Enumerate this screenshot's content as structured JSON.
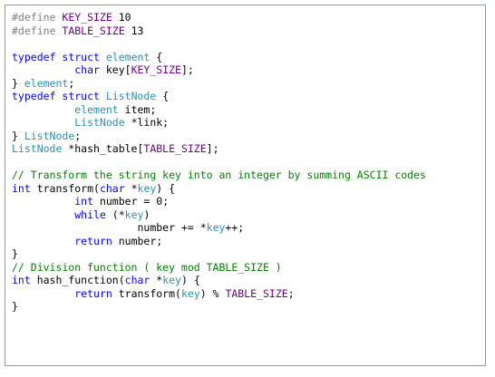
{
  "code": {
    "lines": [
      [
        {
          "t": "#define ",
          "k": "preproc"
        },
        {
          "t": "KEY_SIZE",
          "k": "macro"
        },
        {
          "t": " 10",
          "k": "plain"
        }
      ],
      [
        {
          "t": "#define ",
          "k": "preproc"
        },
        {
          "t": "TABLE_SIZE",
          "k": "macro"
        },
        {
          "t": " 13",
          "k": "plain"
        }
      ],
      [],
      [
        {
          "t": "typedef",
          "k": "kw"
        },
        {
          "t": " ",
          "k": "plain"
        },
        {
          "t": "struct",
          "k": "kw"
        },
        {
          "t": " ",
          "k": "plain"
        },
        {
          "t": "element",
          "k": "type"
        },
        {
          "t": " {",
          "k": "plain"
        }
      ],
      [
        {
          "t": "          ",
          "k": "plain"
        },
        {
          "t": "char",
          "k": "kw"
        },
        {
          "t": " key[",
          "k": "plain"
        },
        {
          "t": "KEY_SIZE",
          "k": "macro"
        },
        {
          "t": "];",
          "k": "plain"
        }
      ],
      [
        {
          "t": "} ",
          "k": "plain"
        },
        {
          "t": "element",
          "k": "type"
        },
        {
          "t": ";",
          "k": "plain"
        }
      ],
      [
        {
          "t": "typedef",
          "k": "kw"
        },
        {
          "t": " ",
          "k": "plain"
        },
        {
          "t": "struct",
          "k": "kw"
        },
        {
          "t": " ",
          "k": "plain"
        },
        {
          "t": "ListNode",
          "k": "type"
        },
        {
          "t": " {",
          "k": "plain"
        }
      ],
      [
        {
          "t": "          ",
          "k": "plain"
        },
        {
          "t": "element",
          "k": "type"
        },
        {
          "t": " item;",
          "k": "plain"
        }
      ],
      [
        {
          "t": "          ",
          "k": "plain"
        },
        {
          "t": "ListNode",
          "k": "type"
        },
        {
          "t": " *link;",
          "k": "plain"
        }
      ],
      [
        {
          "t": "} ",
          "k": "plain"
        },
        {
          "t": "ListNode",
          "k": "type"
        },
        {
          "t": ";",
          "k": "plain"
        }
      ],
      [
        {
          "t": "ListNode",
          "k": "type"
        },
        {
          "t": " *hash_table[",
          "k": "plain"
        },
        {
          "t": "TABLE_SIZE",
          "k": "macro"
        },
        {
          "t": "];",
          "k": "plain"
        }
      ],
      [],
      [
        {
          "t": "// Transform the string key into an integer by summing ASCII codes",
          "k": "comment"
        }
      ],
      [
        {
          "t": "int",
          "k": "kw"
        },
        {
          "t": " transform(",
          "k": "plain"
        },
        {
          "t": "char",
          "k": "kw"
        },
        {
          "t": " *",
          "k": "plain"
        },
        {
          "t": "key",
          "k": "type"
        },
        {
          "t": ") {",
          "k": "plain"
        }
      ],
      [
        {
          "t": "          ",
          "k": "plain"
        },
        {
          "t": "int",
          "k": "kw"
        },
        {
          "t": " number = 0;",
          "k": "plain"
        }
      ],
      [
        {
          "t": "          ",
          "k": "plain"
        },
        {
          "t": "while",
          "k": "kw"
        },
        {
          "t": " (*",
          "k": "plain"
        },
        {
          "t": "key",
          "k": "type"
        },
        {
          "t": ")",
          "k": "plain"
        }
      ],
      [
        {
          "t": "                    number += *",
          "k": "plain"
        },
        {
          "t": "key",
          "k": "type"
        },
        {
          "t": "++;",
          "k": "plain"
        }
      ],
      [
        {
          "t": "          ",
          "k": "plain"
        },
        {
          "t": "return",
          "k": "kw"
        },
        {
          "t": " number;",
          "k": "plain"
        }
      ],
      [
        {
          "t": "}",
          "k": "plain"
        }
      ],
      [
        {
          "t": "// Division function ( key mod TABLE_SIZE )",
          "k": "comment"
        }
      ],
      [
        {
          "t": "int",
          "k": "kw"
        },
        {
          "t": " hash_function(",
          "k": "plain"
        },
        {
          "t": "char",
          "k": "kw"
        },
        {
          "t": " *",
          "k": "plain"
        },
        {
          "t": "key",
          "k": "type"
        },
        {
          "t": ") {",
          "k": "plain"
        }
      ],
      [
        {
          "t": "          ",
          "k": "plain"
        },
        {
          "t": "return",
          "k": "kw"
        },
        {
          "t": " transform(",
          "k": "plain"
        },
        {
          "t": "key",
          "k": "type"
        },
        {
          "t": ") % ",
          "k": "plain"
        },
        {
          "t": "TABLE_SIZE",
          "k": "macro"
        },
        {
          "t": ";",
          "k": "plain"
        }
      ],
      [
        {
          "t": "}",
          "k": "plain"
        }
      ]
    ]
  },
  "colors": {
    "preproc": "#808080",
    "keyword": "#0000ff",
    "type": "#2b91af",
    "macro": "#6f008a",
    "comment": "#008000",
    "plain": "#000000",
    "border": "#7f9db9"
  }
}
